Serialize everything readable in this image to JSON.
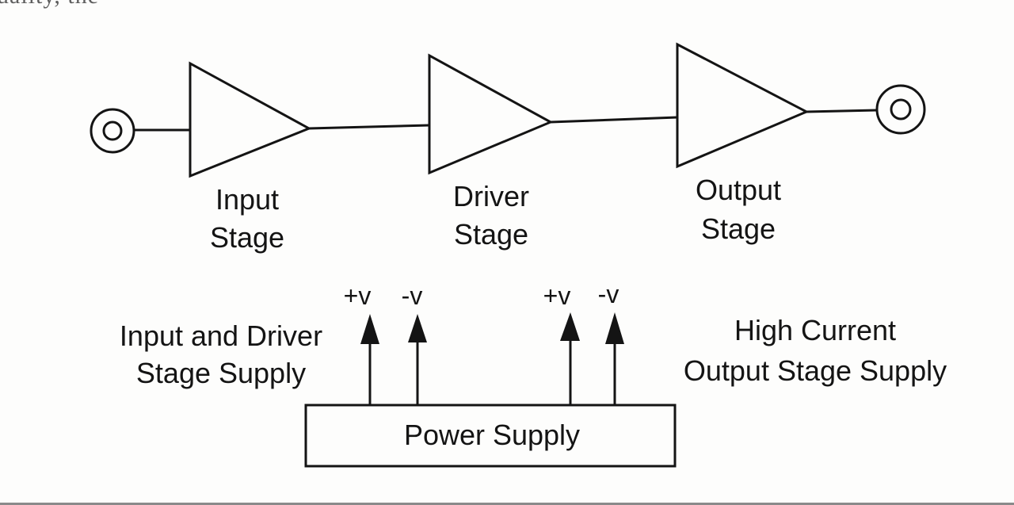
{
  "header_fragment": "uality, the",
  "stages": [
    {
      "line1": "Input",
      "line2": "Stage"
    },
    {
      "line1": "Driver",
      "line2": "Stage"
    },
    {
      "line1": "Output",
      "line2": "Stage"
    }
  ],
  "connectors": {
    "input": "input-jack",
    "output": "output-jack"
  },
  "supply_rails": [
    "+v",
    "-v",
    "+v",
    "-v"
  ],
  "supply_labels": {
    "left_line1": "Input and Driver",
    "left_line2": "Stage Supply",
    "right_line1": "High Current",
    "right_line2": "Output Stage Supply"
  },
  "power_supply_label": "Power Supply"
}
